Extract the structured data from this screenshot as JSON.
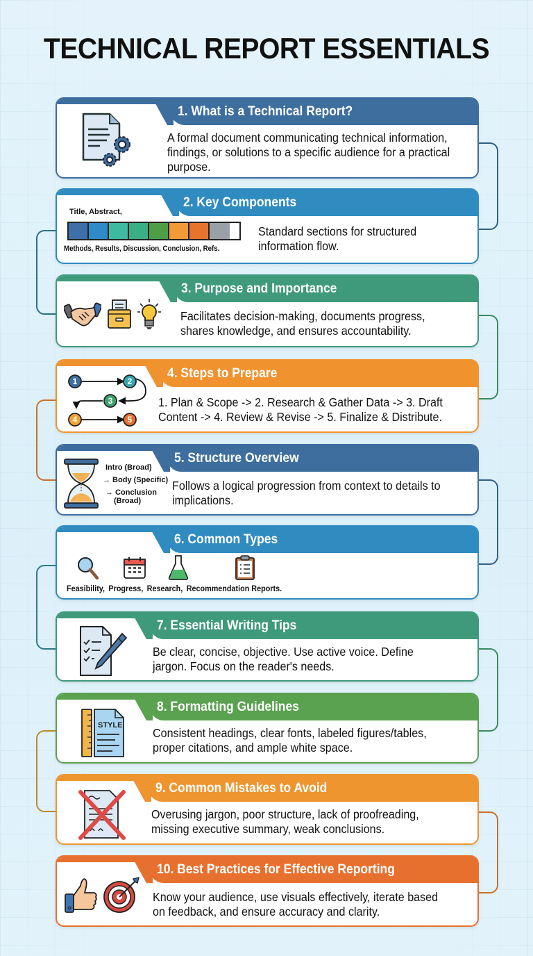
{
  "title": "TECHNICAL REPORT ESSENTIALS",
  "colors": {
    "blue_dark": "#3d6e9e",
    "blue": "#2f8bc0",
    "teal_green": "#3e9a7a",
    "green": "#5aa150",
    "orange": "#f0922e",
    "orange_red": "#e8702e",
    "background": "#dff1fa"
  },
  "cards": [
    {
      "heading": "1. What is a Technical Report?",
      "text": "A formal document communicating technical information, findings, or solutions to a specific audience for a practical purpose.",
      "icon": "document-gears-icon"
    },
    {
      "heading": "2. Key Components",
      "text": "Standard sections for structured information flow.",
      "icon": "color-bar-sections",
      "label_top": "Title,  Abstract,",
      "label_bottom": "Methods, Results, Discussion, Conclusion, Refs.",
      "bar_colors": [
        "#3e6fa8",
        "#2f8bc8",
        "#3fb9a0",
        "#3aae84",
        "#4e9e48",
        "#f29a35",
        "#e8732d",
        "#9aa1a6"
      ]
    },
    {
      "heading": "3. Purpose and Importance",
      "text": "Facilitates decision-making, documents progress, shares knowledge, and ensures accountability.",
      "icons": [
        "handshake-icon",
        "file-box-icon",
        "lightbulb-icon"
      ]
    },
    {
      "heading": "4. Steps to Prepare",
      "text": "1. Plan & Scope -> 2. Research & Gather Data -> 3. Draft Content -> 4. Review & Revise -> 5. Finalize & Distribute.",
      "icon": "step-flow-diagram",
      "steps": [
        "1",
        "2",
        "3",
        "4",
        "5"
      ]
    },
    {
      "heading": "5. Structure Overview",
      "text": "Follows a logical progression from context to details to implications.",
      "icon": "hourglass-icon",
      "labels": [
        "Intro (Broad)",
        "→ Body (Specific)",
        "→ Conclusion",
        "(Broad)"
      ]
    },
    {
      "heading": "6. Common Types",
      "icons": [
        "magnifier-icon",
        "calendar-icon",
        "flask-icon",
        "clipboard-icon"
      ],
      "types": [
        "Feasibility,",
        "Progress,",
        "Research,",
        "Recommendation Reports."
      ]
    },
    {
      "heading": "7. Essential Writing Tips",
      "text": "Be clear, concise, objective. Use active voice. Define jargon. Focus on the reader's needs.",
      "icon": "checklist-pen-icon"
    },
    {
      "heading": "8. Formatting Guidelines",
      "text": "Consistent headings, clear fonts, labeled figures/tables, proper citations, and ample white space.",
      "icon": "ruler-style-doc-icon",
      "icon_label": "STYLE"
    },
    {
      "heading": "9. Common Mistakes to Avoid",
      "text": "Overusing jargon, poor structure, lack of proofreading, missing executive summary, weak conclusions.",
      "icon": "crossed-document-icon"
    },
    {
      "heading": "10. Best Practices for Effective Reporting",
      "text": "Know your audience, use visuals effectively, iterate based on feedback, and ensure accuracy and clarity.",
      "icons": [
        "thumbs-up-icon",
        "target-icon"
      ]
    }
  ]
}
